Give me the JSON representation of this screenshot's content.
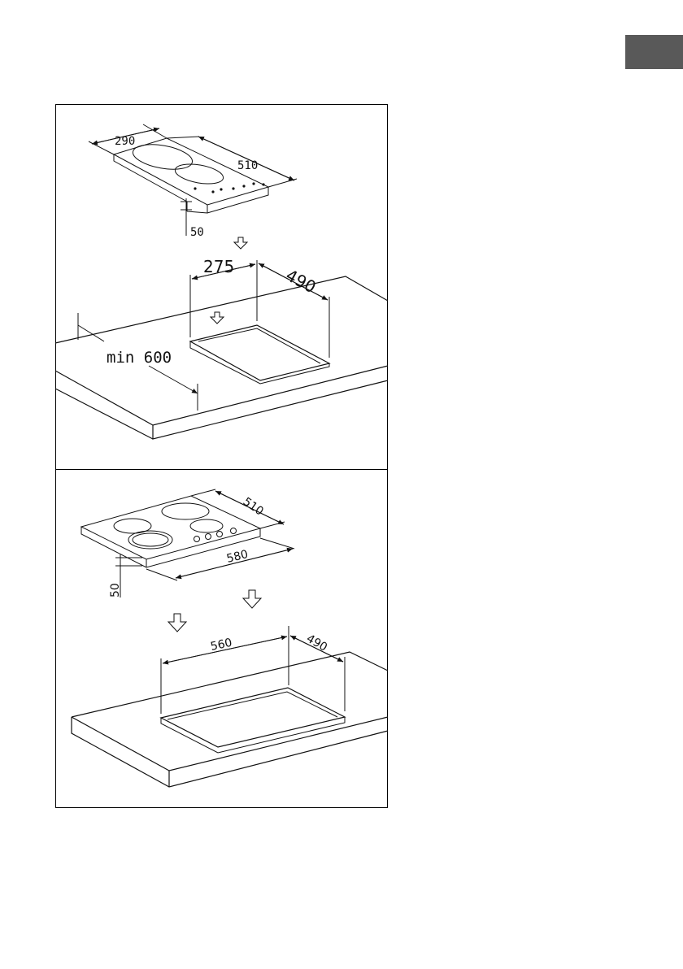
{
  "page": {
    "language_tab_color": "#595959"
  },
  "top_diagram": {
    "hob_width": "290",
    "hob_depth": "510",
    "hob_height": "50",
    "cutout_width": "275",
    "cutout_depth": "490",
    "min_distance": "min 600"
  },
  "bottom_diagram": {
    "hob_depth": "510",
    "hob_width": "580",
    "hob_height": "50",
    "cutout_width": "560",
    "cutout_depth": "490"
  }
}
